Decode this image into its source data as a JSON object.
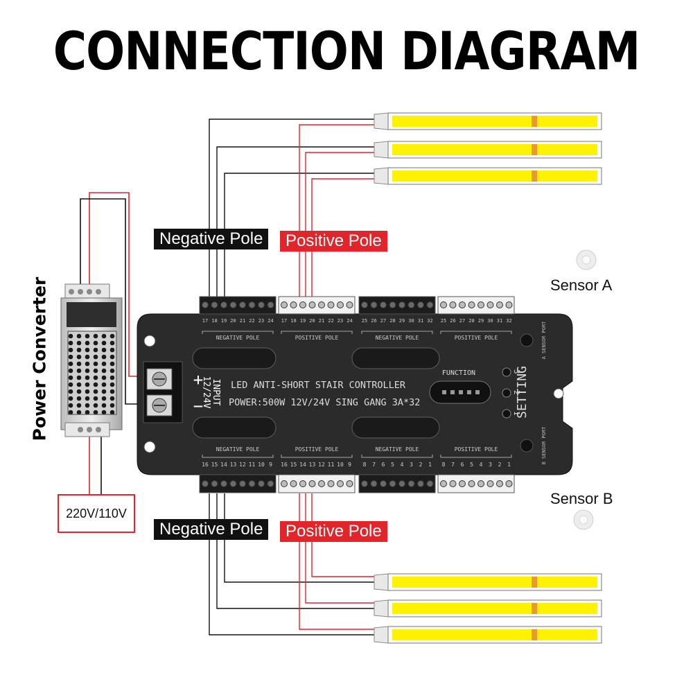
{
  "title": "CONNECTION DIAGRAM",
  "labels": {
    "negative_pole": "Negative Pole",
    "positive_pole": "Positive Pole",
    "sensor_a": "Sensor A",
    "sensor_b": "Sensor B",
    "power_converter": "Power Converter",
    "mains_voltage": "220V/110V"
  },
  "controller": {
    "name": "LED ANTI-SHORT STAIR CONTROLLER",
    "power": "POWER:500W 12V/24V SING GANG 3A*32",
    "input_label": "INPUT",
    "input_voltage": "12/24V",
    "function_label": "FUNCTION",
    "setting_label": "SETTING",
    "setting_buttons": [
      "3",
      "2",
      "1"
    ],
    "sensor_a_port": "A SENSOR PORT",
    "sensor_b_port": "B SENSOR PORT",
    "top_group_labels": [
      "NEGATIVE POLE",
      "POSITIVE POLE",
      "NEGATIVE POLE",
      "POSITIVE POLE"
    ],
    "bottom_group_labels": [
      "NEGATIVE POLE",
      "POSITIVE POLE",
      "NEGATIVE POLE",
      "POSITIVE POLE"
    ],
    "top_terminals": [
      [
        "17",
        "18",
        "19",
        "20",
        "21",
        "22",
        "23",
        "24"
      ],
      [
        "17",
        "18",
        "19",
        "20",
        "21",
        "22",
        "23",
        "24"
      ],
      [
        "25",
        "26",
        "27",
        "28",
        "29",
        "30",
        "31",
        "32"
      ],
      [
        "25",
        "26",
        "27",
        "28",
        "29",
        "30",
        "31",
        "32"
      ]
    ],
    "bottom_terminals": [
      [
        "16",
        "15",
        "14",
        "13",
        "12",
        "11",
        "10",
        "9"
      ],
      [
        "16",
        "15",
        "14",
        "13",
        "12",
        "11",
        "10",
        "9"
      ],
      [
        "8",
        "7",
        "6",
        "5",
        "4",
        "3",
        "2",
        "1"
      ],
      [
        "8",
        "7",
        "6",
        "5",
        "4",
        "3",
        "2",
        "1"
      ]
    ]
  },
  "colors": {
    "negative_wire": "#111111",
    "positive_wire": "#e0262b",
    "led_strip": "#fff200",
    "controller_body": "#2b2b2b"
  }
}
